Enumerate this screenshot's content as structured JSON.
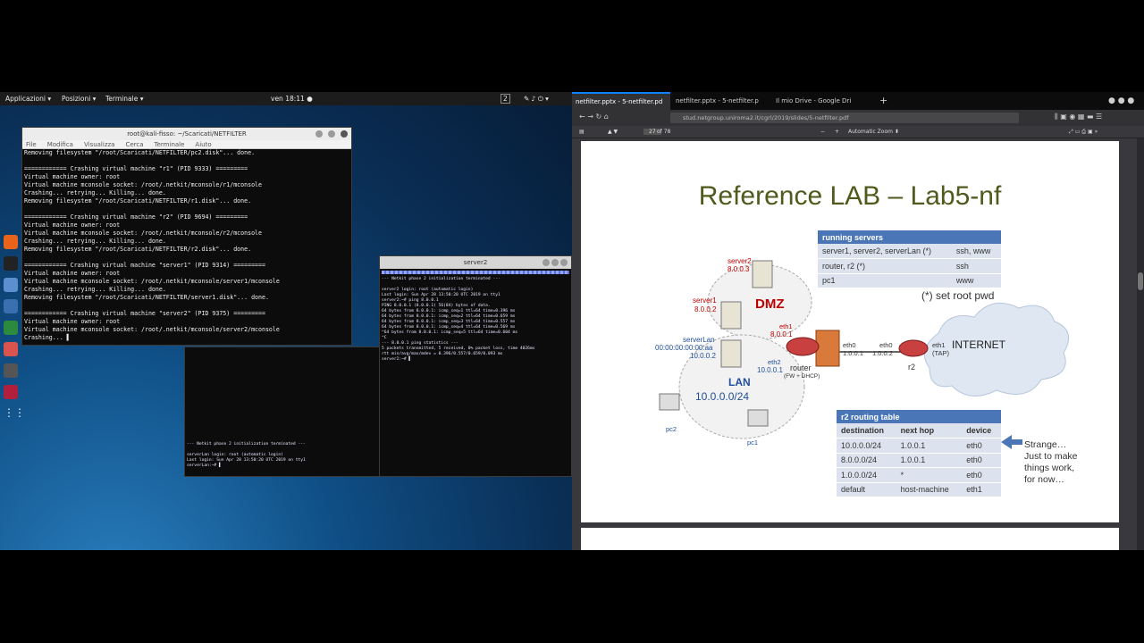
{
  "desktop": {
    "topbar": {
      "applications": "Applicazioni ▾",
      "places": "Posizioni ▾",
      "terminal_menu": "Terminale ▾",
      "clock": "ven 18:11 ●",
      "workspace": "2"
    },
    "main_terminal": {
      "title": "root@kali-fisso: ~/Scaricati/NETFILTER",
      "menu": [
        "File",
        "Modifica",
        "Visualizza",
        "Cerca",
        "Terminale",
        "Aiuto"
      ],
      "lines": [
        "Removing filesystem \"/root/Scaricati/NETFILTER/pc2.disk\"... done.",
        "",
        "============ Crashing virtual machine \"r1\" (PID 9333) =========",
        "Virtual machine owner: root",
        "Virtual machine mconsole socket: /root/.netkit/mconsole/r1/mconsole",
        "Crashing... retrying... Killing... done.",
        "Removing filesystem \"/root/Scaricati/NETFILTER/r1.disk\"... done.",
        "",
        "============ Crashing virtual machine \"r2\" (PID 9694) =========",
        "Virtual machine owner: root",
        "Virtual machine mconsole socket: /root/.netkit/mconsole/r2/mconsole",
        "Crashing... retrying... Killing... done.",
        "Removing filesystem \"/root/Scaricati/NETFILTER/r2.disk\"... done.",
        "",
        "============ Crashing virtual machine \"server1\" (PID 9314) =========",
        "Virtual machine owner: root",
        "Virtual machine mconsole socket: /root/.netkit/mconsole/server1/mconsole",
        "Crashing... retrying... Killing... done.",
        "Removing filesystem \"/root/Scaricati/NETFILTER/server1.disk\"... done.",
        "",
        "============ Crashing virtual machine \"server2\" (PID 9375) =========",
        "Virtual machine owner: root",
        "Virtual machine mconsole socket: /root/.netkit/mconsole/server2/mconsole",
        "Crashing... ▌"
      ]
    },
    "server2_terminal": {
      "title": "server2",
      "lines": [
        "--- Netkit phase 2 initialization terminated ---",
        "",
        "server2 login: root (automatic login)",
        "Last login: Sun Apr 28 13:50:20 UTC 2019 on tty1",
        "server2:~# ping 8.0.0.1",
        "PING 8.0.0.1 (8.0.0.1) 56(84) bytes of data.",
        "64 bytes from 8.0.0.1: icmp_seq=1 ttl=64 time=0.396 ms",
        "64 bytes from 8.0.0.1: icmp_seq=2 ttl=64 time=0.659 ms",
        "64 bytes from 8.0.0.1: icmp_seq=3 ttl=64 time=0.557 ms",
        "64 bytes from 8.0.0.1: icmp_seq=4 ttl=64 time=0.569 ms",
        "^64 bytes from 8.0.0.1: icmp_seq=5 ttl=64 time=0.604 ms",
        "^C",
        "--- 8.0.0.1 ping statistics ---",
        "5 packets transmitted, 5 received, 0% packet loss, time 4026ms",
        "rtt min/avg/max/mdev = 0.396/0.557/0.659/0.093 ms",
        "server2:~# ▌"
      ]
    },
    "serverlan_terminal": {
      "lines": [
        "--- Netkit phase 2 initialization terminated ---",
        "",
        "serverLan login: root (automatic login)",
        "Last login: Sun Apr 28 13:50:20 UTC 2019 on tty1",
        "serverLan:~# ▌"
      ]
    }
  },
  "browser": {
    "tabs": [
      {
        "label": "netfilter.pptx - 5-netfilter.pd",
        "active": true
      },
      {
        "label": "netfilter.pptx - 5-netfilter.p",
        "active": false
      },
      {
        "label": "Il mio Drive - Google Dri",
        "active": false
      }
    ],
    "url": "stud.netgroup.uniroma2.it/cgrl/2019/slides/5-netfilter.pdf",
    "pdf_toolbar": {
      "page": "27",
      "page_total": "of 78",
      "zoom": "Automatic Zoom ⬍"
    },
    "slide": {
      "title": "Reference LAB – Lab5-nf",
      "running_servers": {
        "header": "running servers",
        "rows": [
          [
            "server1, server2, serverLan (*)",
            "ssh, www"
          ],
          [
            "router, r2 (*)",
            "ssh"
          ],
          [
            "pc1",
            "www"
          ]
        ],
        "note": "(*) set root pwd"
      },
      "routing_table": {
        "header": "r2 routing table",
        "columns": [
          "destination",
          "next hop",
          "device"
        ],
        "rows": [
          [
            "10.0.0.0/24",
            "1.0.0.1",
            "eth0"
          ],
          [
            "8.0.0.0/24",
            "1.0.0.1",
            "eth0"
          ],
          [
            "1.0.0.0/24",
            "*",
            "eth0"
          ],
          [
            "default",
            "host-machine",
            "eth1"
          ]
        ]
      },
      "diagram": {
        "dmz": "DMZ",
        "lan": "LAN",
        "lan_net": "10.0.0.0/24",
        "internet": "INTERNET",
        "server2": "server2",
        "server2_ip": "8.0.0.3",
        "server1": "server1",
        "server1_ip": "8.0.0.2",
        "serverlan": "serverLan",
        "serverlan_mac": "00:00:00:00:00:aa",
        "serverlan_ip": "10.0.0.2",
        "eth1": "eth1",
        "eth1_ip": "8.0.0.1",
        "eth2": "eth2",
        "eth2_ip": "10.0.0.1",
        "router": "router",
        "router_sub": "(FW + DHCP)",
        "eth0_router": "eth0",
        "eth0_router_ip": "1.0.0.1",
        "eth0_r2": "eth0",
        "eth0_r2_ip": "1.0.0.2",
        "r2": "r2",
        "r2_eth1": "eth1",
        "r2_tap": "(TAP)",
        "pc1": "pc1",
        "pc2": "pc2"
      },
      "strange_note": [
        "Strange…",
        "Just to make",
        "things work,",
        "for now…"
      ]
    }
  }
}
